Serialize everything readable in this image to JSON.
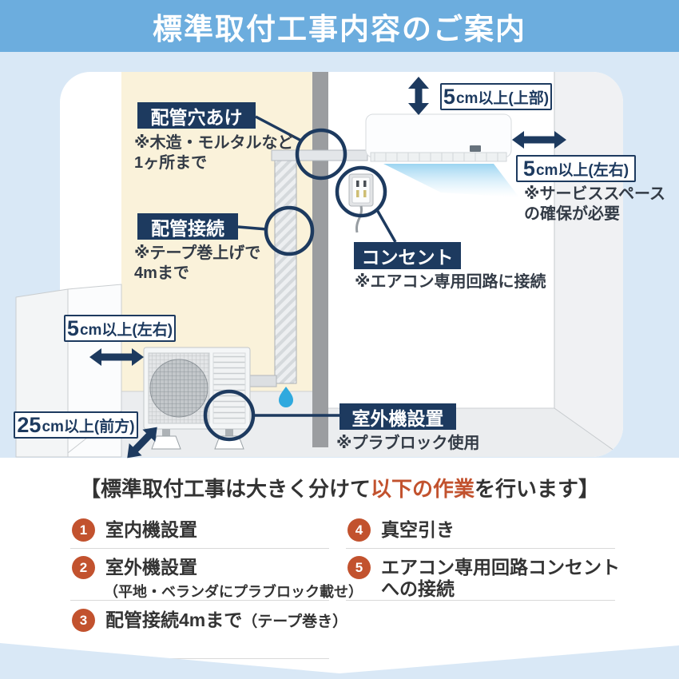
{
  "header": {
    "title": "標準取付工事内容のご案内"
  },
  "diagram": {
    "pipe_hole": {
      "label": "配管穴あけ",
      "note1": "※木造・モルタルなど",
      "note2": "1ヶ所まで"
    },
    "pipe_connect": {
      "label": "配管接続",
      "note1": "※テープ巻上げで",
      "note2": "4mまで"
    },
    "outlet": {
      "label": "コンセント",
      "note": "※エアコン専用回路に接続"
    },
    "outdoor": {
      "label": "室外機設置",
      "note": "※プラブロック使用"
    },
    "clearance_top": {
      "value": "5",
      "text": "cm以上(上部)"
    },
    "clearance_right": {
      "value": "5",
      "text": "cm以上(左右)",
      "note1": "※サービススペース",
      "note2": "の確保が必要"
    },
    "clearance_left": {
      "value": "5",
      "text": "cm以上(左右)"
    },
    "clearance_front": {
      "value": "25",
      "text": "cm以上(前方)"
    }
  },
  "work": {
    "heading_prefix": "【標準取付工事は大きく分けて",
    "heading_highlight": "以下の作業",
    "heading_suffix": "を行います】",
    "items": [
      {
        "num": "1",
        "text": "室内機設置",
        "sub": ""
      },
      {
        "num": "2",
        "text": "室外機設置",
        "sub": "（平地・ベランダにプラブロック載せ）"
      },
      {
        "num": "3",
        "text": "配管接続4mまで",
        "sub": "（テープ巻き）"
      },
      {
        "num": "4",
        "text": "真空引き",
        "sub": ""
      },
      {
        "num": "5",
        "text": "エアコン専用回路コンセントへの接続",
        "sub": ""
      }
    ]
  },
  "colors": {
    "navy": "#1d3a5f",
    "orange": "#c2522e",
    "header_blue": "#6cadde",
    "bg_blue": "#d9e8f6",
    "wall_cream": "#faf2da"
  }
}
